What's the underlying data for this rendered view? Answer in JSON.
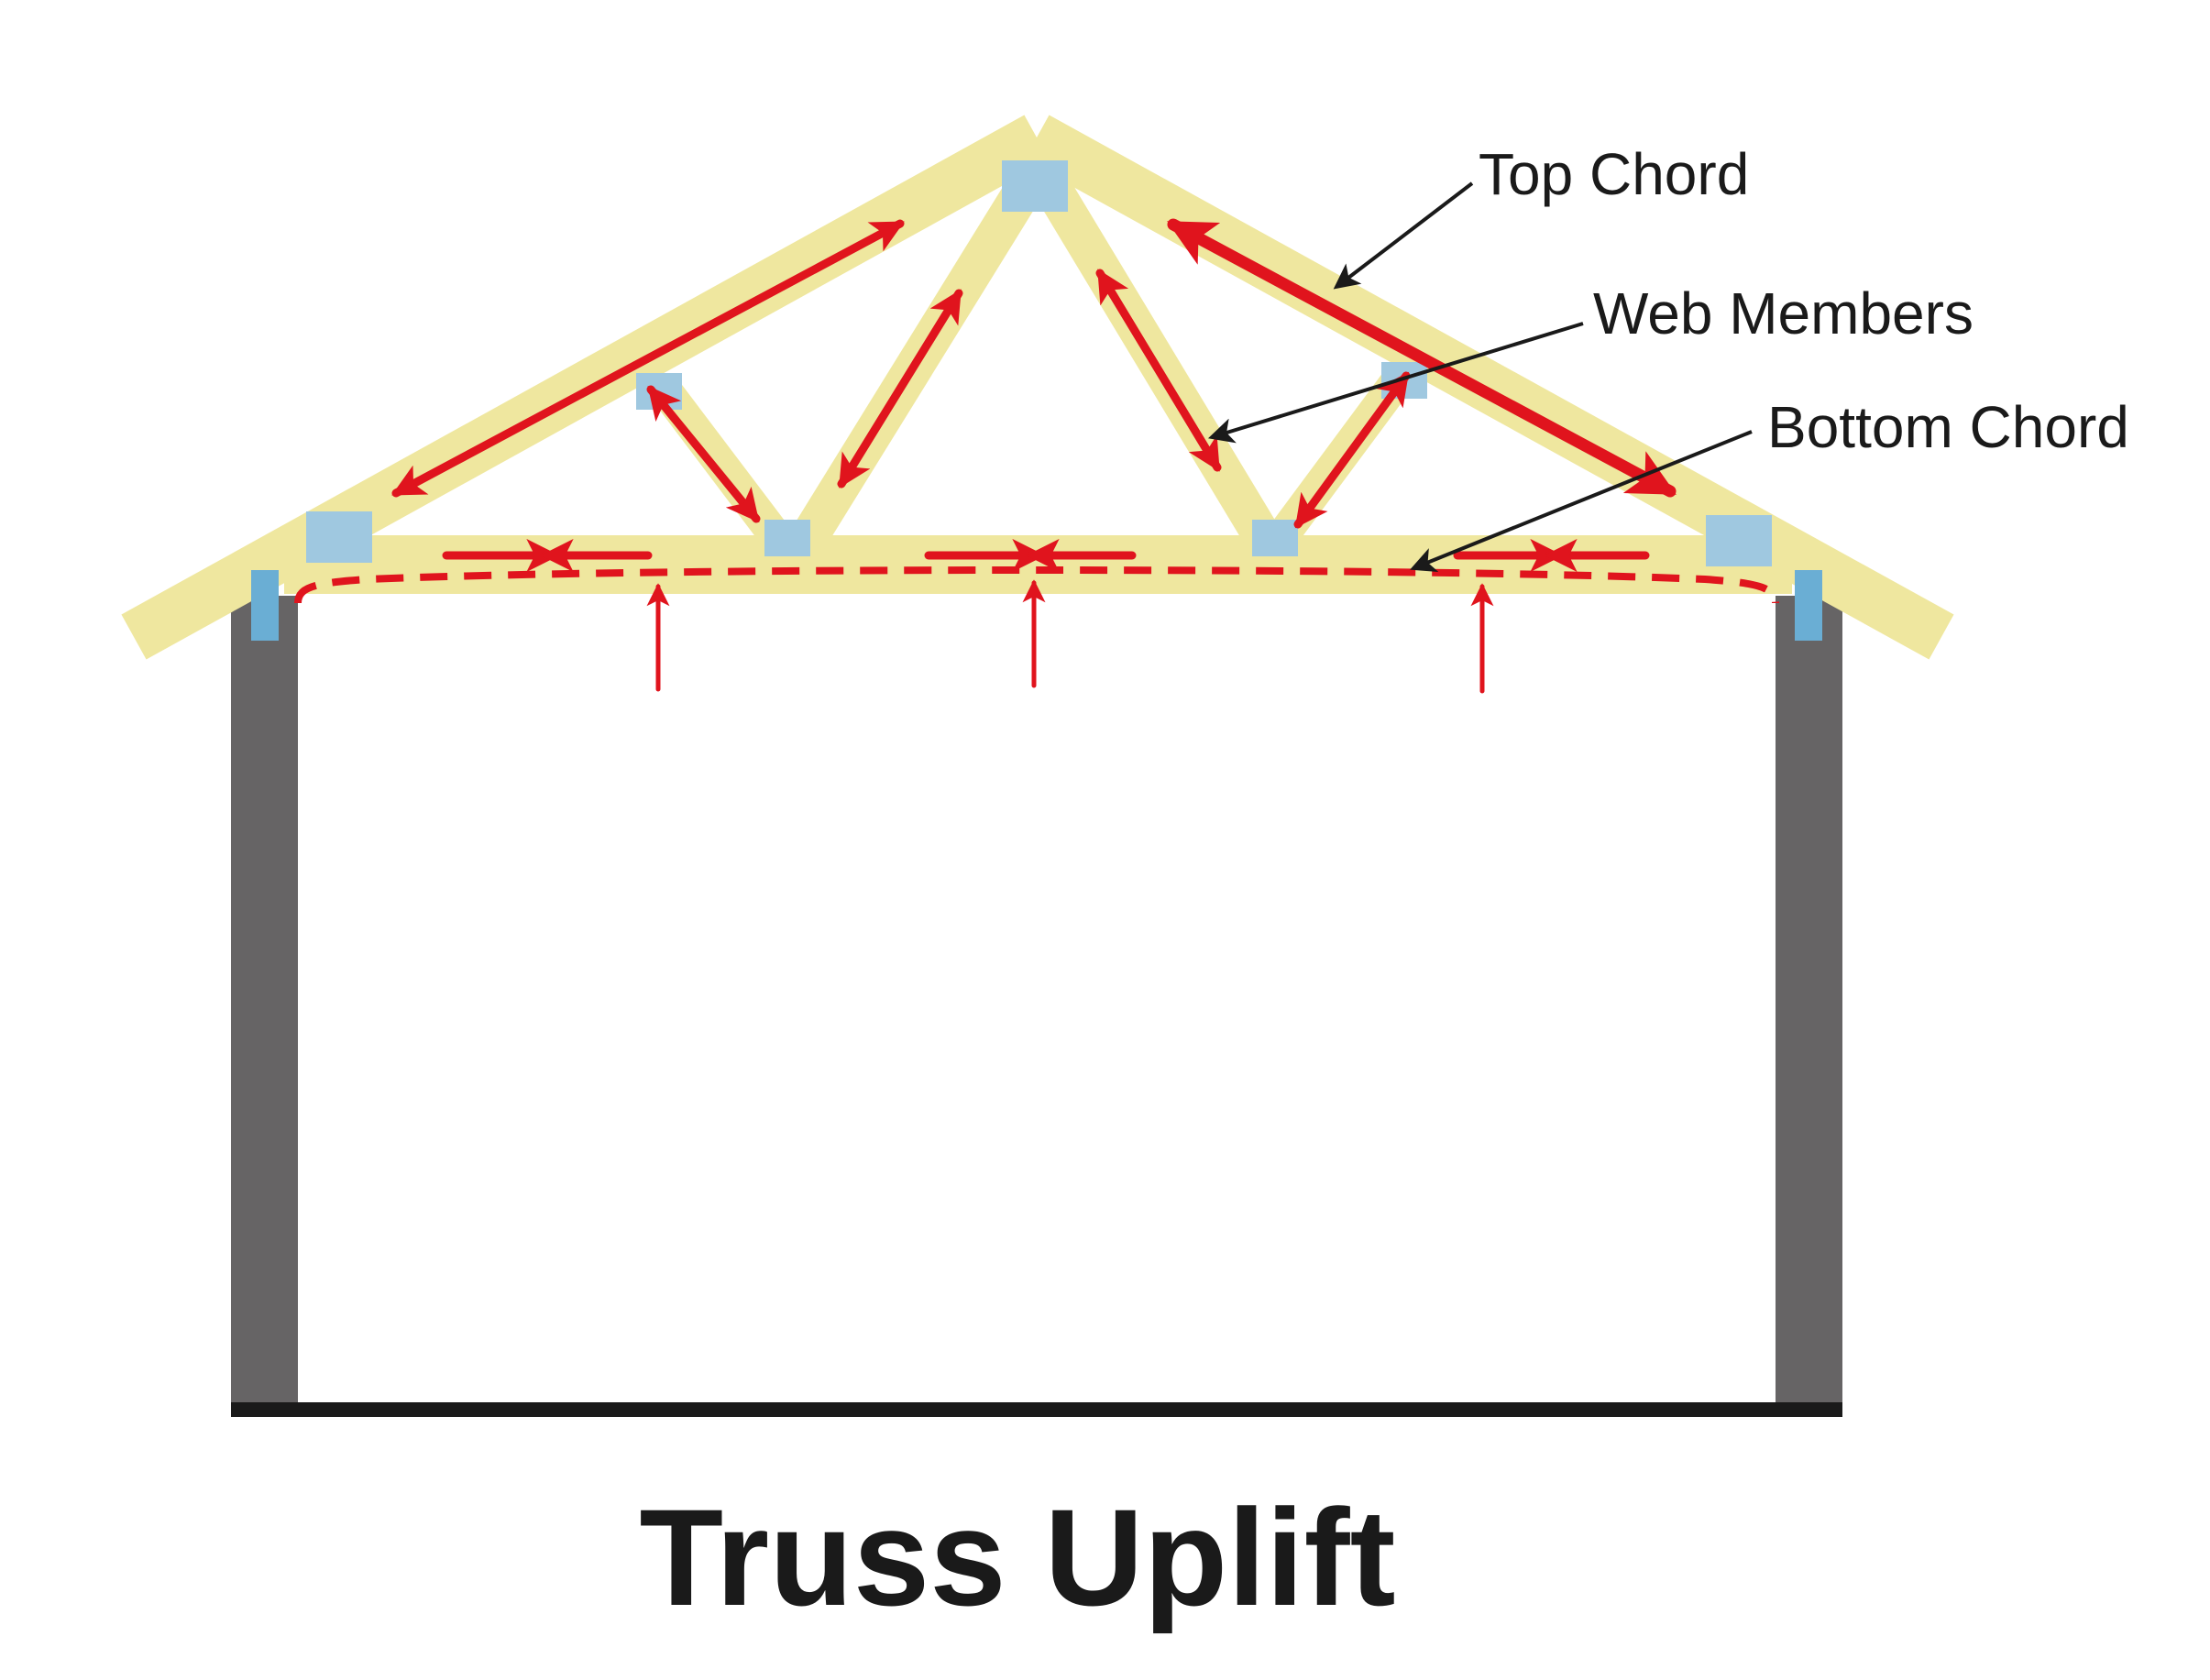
{
  "diagram": {
    "title": "Truss Uplift",
    "labels": {
      "top_chord": "Top Chord",
      "web_members": "Web Members",
      "bottom_chord": "Bottom Chord"
    }
  },
  "colors": {
    "truss_wood": "#efe79f",
    "plate": "#9fc8e0",
    "wall": "#666465",
    "wall_plate": "#6aaed4",
    "force_arrow": "#e0141d",
    "callout": "#1a1a1a",
    "floor": "#1a1a1a"
  }
}
